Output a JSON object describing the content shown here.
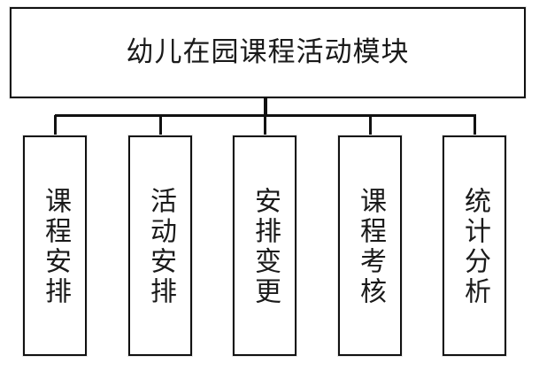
{
  "diagram": {
    "type": "hierarchy-tree",
    "orientation": "top-down",
    "root": {
      "label": "幼儿在园课程活动模块"
    },
    "children": [
      {
        "label": "课程安排"
      },
      {
        "label": "活动安排"
      },
      {
        "label": "安排变更"
      },
      {
        "label": "课程考核"
      },
      {
        "label": "统计分析"
      }
    ],
    "style": {
      "background_color": "#ffffff",
      "line_color": "#111111",
      "text_color": "#1a1a1a",
      "box_fill": "#ffffff"
    }
  }
}
